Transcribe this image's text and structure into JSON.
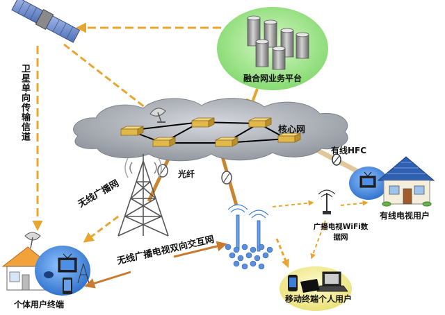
{
  "labels": {
    "satellite_channel": "卫星单向传输信道",
    "platform": "融合网业务平台",
    "core_network": "核心网",
    "fiber": "光纤",
    "wired_hfc": "有线HFC",
    "wireless_broadcast": "无线广播网",
    "wireless_bidirectional": "无线广播电视双向交互网",
    "wifi_data_network": "广播电视WiFi数据网",
    "cable_tv_user": "有线电视用户",
    "individual_user": "个体用户终端",
    "mobile_user": "移动终端个人用户"
  },
  "colors": {
    "arrow_orange": "#e8a530",
    "platform_green": "#8ee07a",
    "cloud_gray": "#a9adb5",
    "node_gold": "#e2b84a",
    "link_black": "#000000",
    "tower_gray": "#555555",
    "bubble_blue": "#3b7fd9",
    "house_roof_blue": "#2f5fb0",
    "mobile_bubble_yellow": "#f4ef9a",
    "antenna_blue": "#6aa0e8"
  },
  "icons": [
    "satellite-icon",
    "server-cluster-icon",
    "router-node-icon",
    "satellite-dish-icon",
    "broadcast-tower-icon",
    "base-station-icon",
    "wifi-antenna-icon",
    "house-icon",
    "television-icon",
    "phone-icon",
    "laptop-icon"
  ]
}
